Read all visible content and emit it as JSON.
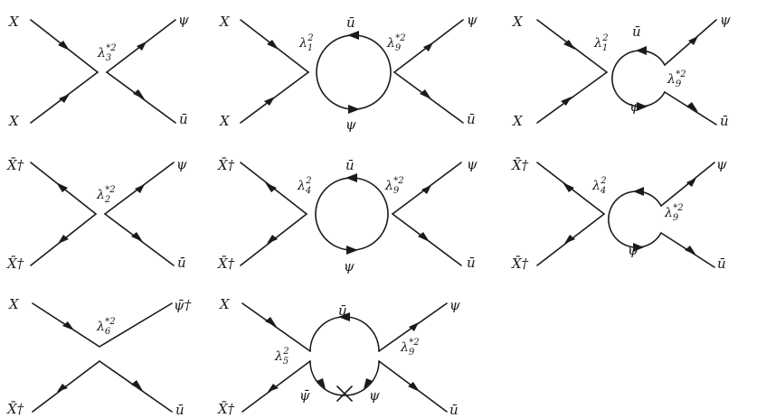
{
  "particles": {
    "X": "X",
    "Xbar_dagger": "X̄†",
    "psi": "ψ",
    "psibar": "ψ̄",
    "psibar_dagger": "ψ̄†",
    "ubar": "ū"
  },
  "couplings": {
    "l3s2": {
      "base": "λ",
      "sub": "3",
      "sup": "*2"
    },
    "l2s2": {
      "base": "λ",
      "sub": "2",
      "sup": "*2"
    },
    "l6s2": {
      "base": "λ",
      "sub": "6",
      "sup": "*2"
    },
    "l1_2": {
      "base": "λ",
      "sub": "1",
      "sup": "2"
    },
    "l4_2": {
      "base": "λ",
      "sub": "4",
      "sup": "2"
    },
    "l5_2": {
      "base": "λ",
      "sub": "5",
      "sup": "2"
    },
    "l9s2": {
      "base": "λ",
      "sub": "9",
      "sup": "*2"
    }
  }
}
